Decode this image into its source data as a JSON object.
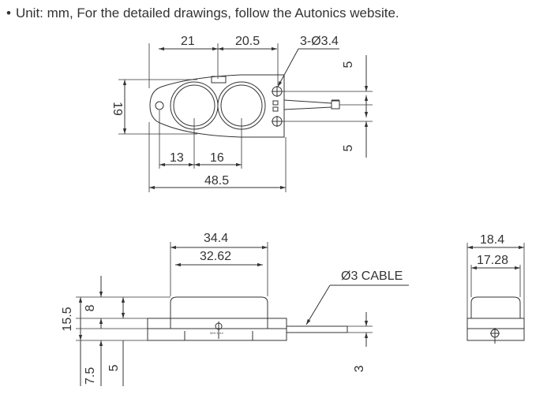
{
  "header": {
    "bullet": "•",
    "note": "Unit: mm, For the detailed drawings, follow the Autonics website."
  },
  "top_view": {
    "d_21": "21",
    "d_20_5": "20.5",
    "d_holes": "3-Ø3.4",
    "d_19": "19",
    "d_5_top": "5",
    "d_5_bottom": "5",
    "d_13": "13",
    "d_16": "16",
    "d_48_5": "48.5"
  },
  "front_view": {
    "d_34_4": "34.4",
    "d_32_62": "32.62",
    "cable": "Ø3 CABLE",
    "d_15_5": "15.5",
    "d_8": "8",
    "d_7_5": "7.5",
    "d_5": "5",
    "d_3": "3",
    "logo_text": "MIN  MAX"
  },
  "side_view": {
    "d_18_4": "18.4",
    "d_17_28": "17.28"
  }
}
